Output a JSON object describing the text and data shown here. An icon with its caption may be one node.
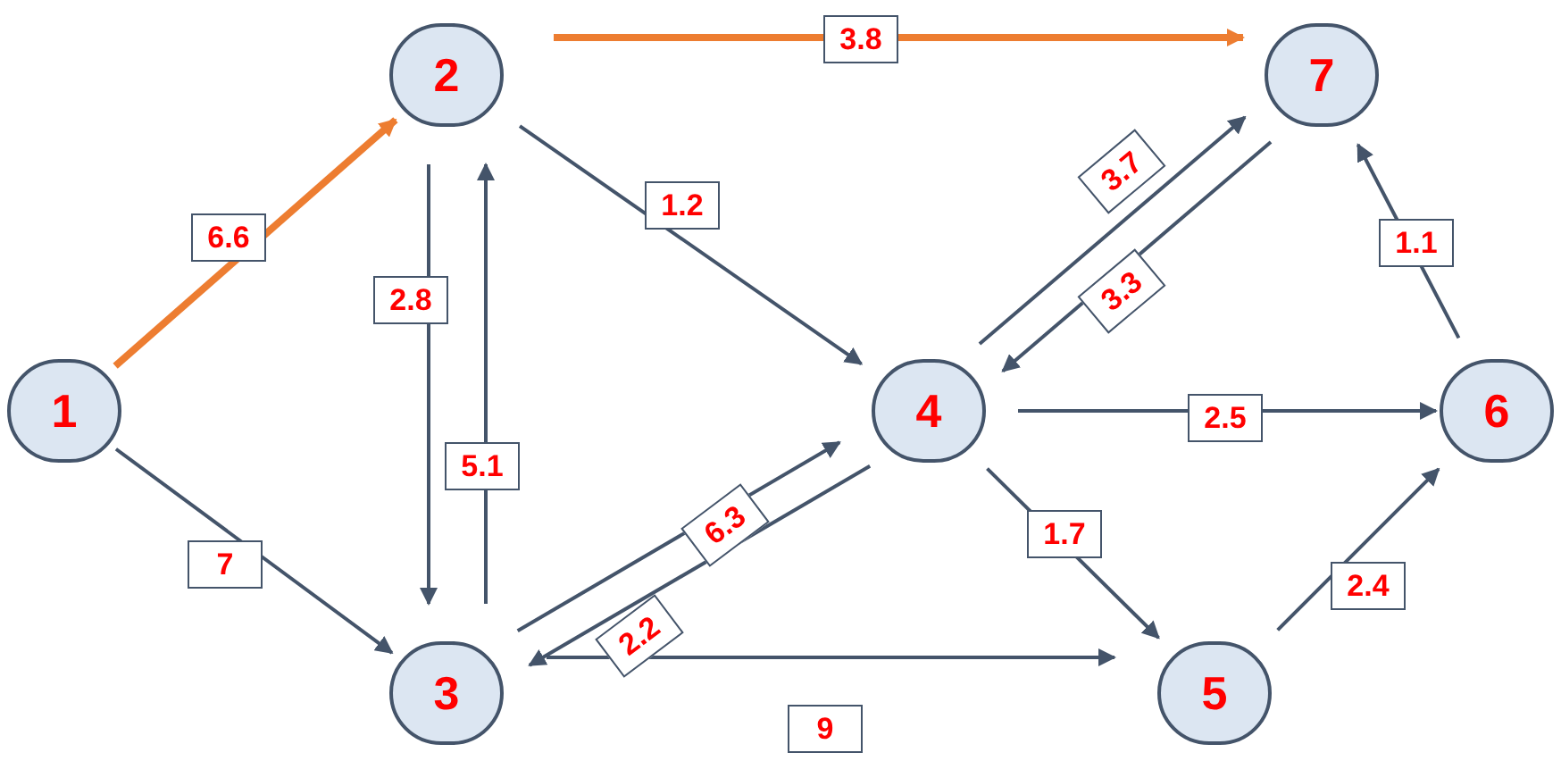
{
  "diagram": {
    "nodes": [
      {
        "text": [
          "1"
        ]
      },
      {
        "text": [
          "2"
        ]
      },
      {
        "text": [
          "3"
        ]
      },
      {
        "text": [
          "4"
        ]
      },
      {
        "text": [
          "5"
        ]
      },
      {
        "text": [
          "6"
        ]
      },
      {
        "text": [
          "7"
        ]
      }
    ],
    "edges": [
      {
        "from": 0,
        "to": 1,
        "arrow": "to",
        "label": "6.6",
        "style": "thick",
        "color": "#ed7d31"
      },
      {
        "from": 0,
        "to": 2,
        "arrow": "to",
        "label": "7"
      },
      {
        "from": 1,
        "to": 6,
        "arrow": "to",
        "label": "3.8",
        "style": "thick",
        "color": "#ed7d31"
      },
      {
        "from": 1,
        "to": 3,
        "arrow": "to",
        "label": "1.2"
      },
      {
        "from": 1,
        "to": 2,
        "arrow": "to",
        "label": "2.8"
      },
      {
        "from": 2,
        "to": 1,
        "arrow": "to",
        "label": "5.1"
      },
      {
        "from": 2,
        "to": 3,
        "arrow": "to",
        "label": "6.3"
      },
      {
        "from": 3,
        "to": 2,
        "arrow": "to",
        "label": "2.2"
      },
      {
        "from": 3,
        "to": 6,
        "arrow": "to",
        "label": "3.7"
      },
      {
        "from": 6,
        "to": 3,
        "arrow": "to",
        "label": "3.3"
      },
      {
        "from": 3,
        "to": 5,
        "arrow": "to",
        "label": "2.5"
      },
      {
        "from": 3,
        "to": 4,
        "arrow": "to",
        "label": "1.7"
      },
      {
        "from": 2,
        "to": 4,
        "arrow": "to",
        "label": "9"
      },
      {
        "from": 4,
        "to": 5,
        "arrow": "to",
        "label": "2.4"
      },
      {
        "from": 5,
        "to": 6,
        "arrow": "to",
        "label": "1.1"
      }
    ]
  }
}
